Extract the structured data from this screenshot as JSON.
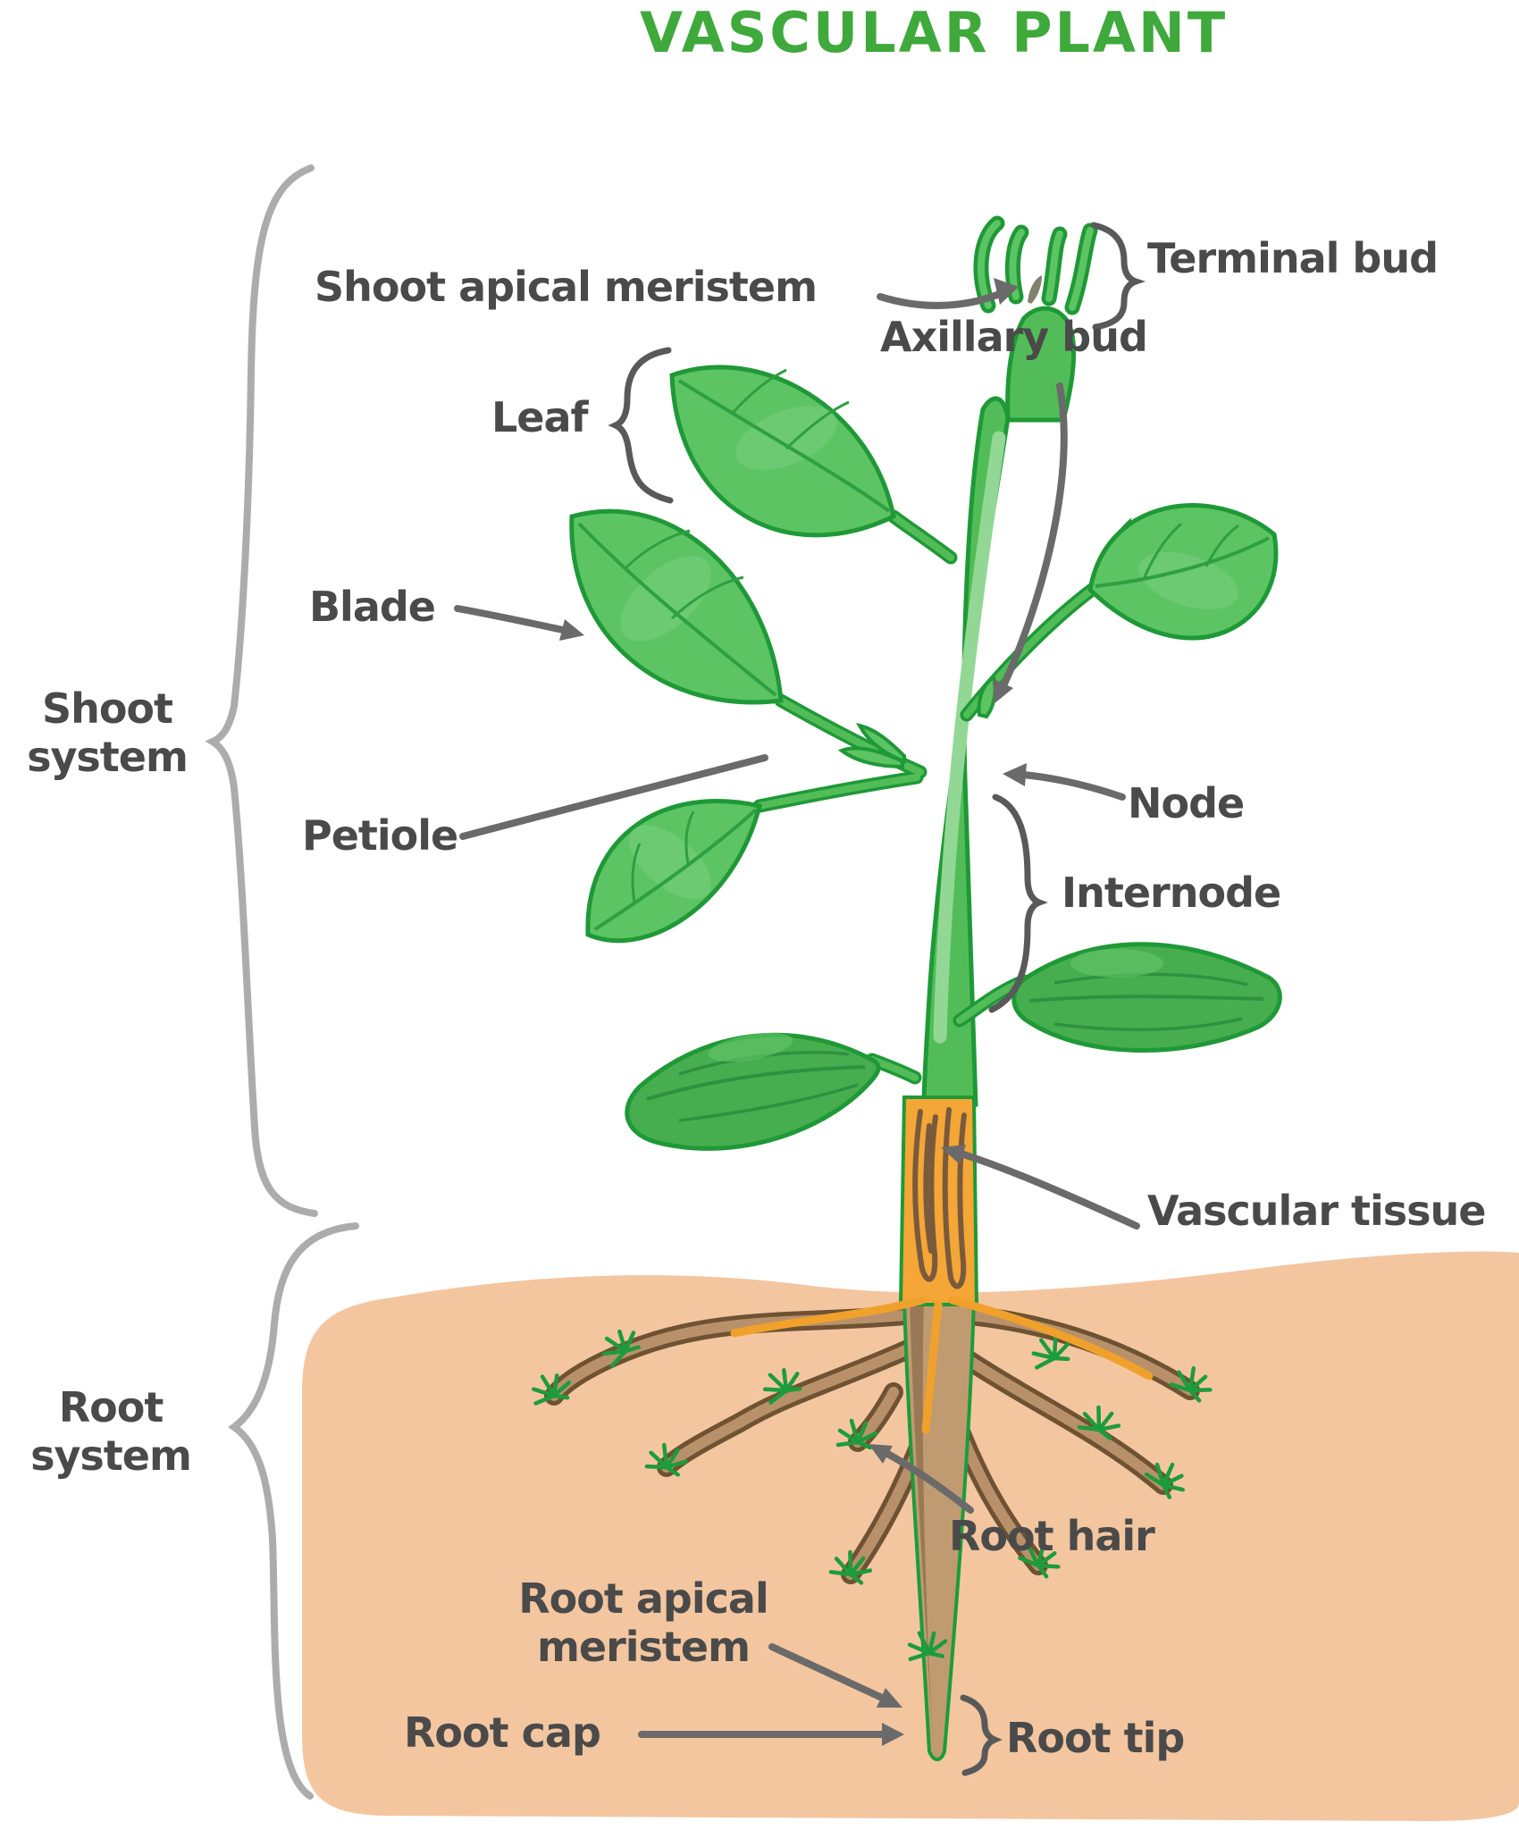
{
  "title": "VASCULAR PLANT",
  "colors": {
    "title_green": "#3fa93c",
    "label_gray": "#4a4a4a",
    "pointer_gray": "#6a6a6a",
    "system_brace_gray": "#acacac",
    "leaf_green": "#5cc463",
    "leaf_outline_green": "#1f9937",
    "stem_green": "#52bd58",
    "vascular_orange": "#f4a636",
    "vascular_line_brown": "#7a5a3c",
    "root_brown": "#b8916a",
    "soil_tan": "#f3c6a0"
  },
  "labels": {
    "shoot_apical_meristem": "Shoot apical meristem",
    "terminal_bud": "Terminal bud",
    "leaf": "Leaf",
    "axillary_bud": "Axillary bud",
    "blade": "Blade",
    "node": "Node",
    "internode": "Internode",
    "petiole": "Petiole",
    "vascular_tissue": "Vascular tissue",
    "root_apical_line1": "Root apical",
    "root_apical_line2": "meristem",
    "root_cap": "Root cap",
    "root_tip": "Root tip",
    "root_hair": "Root hair"
  },
  "systems": {
    "shoot_line1": "Shoot",
    "shoot_line2": "system",
    "root_line1": "Root",
    "root_line2": "system"
  }
}
